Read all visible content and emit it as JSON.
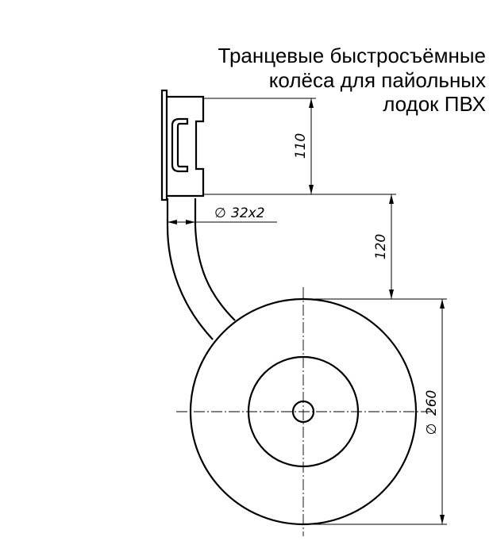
{
  "title": {
    "line1": "Транцевые быстросъёмные",
    "line2": "колёса для пайольных",
    "line3": "лодок ПВХ"
  },
  "dimensions": {
    "bracket_height": "110",
    "tube_drop": "120",
    "tube_size": "32x2",
    "wheel_diameter": "260"
  },
  "symbols": {
    "diameter": "∅"
  }
}
